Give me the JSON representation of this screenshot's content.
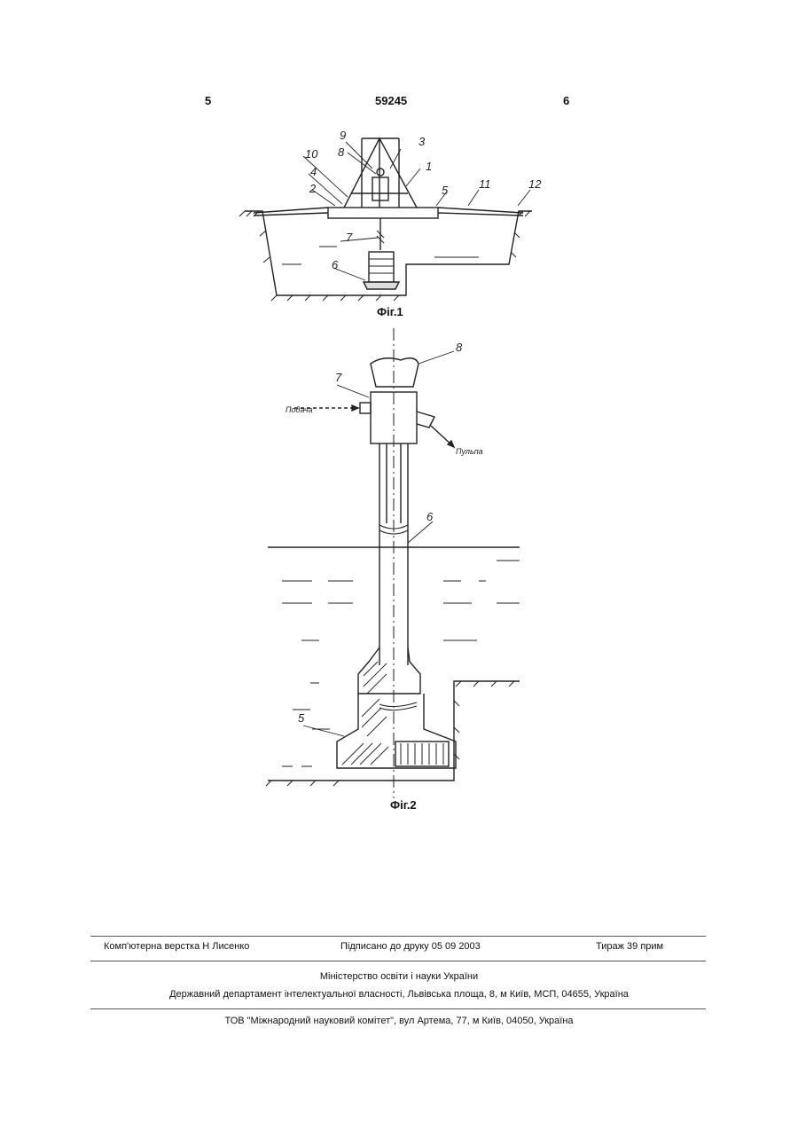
{
  "header": {
    "page_left": "5",
    "patent_number": "59245",
    "page_right": "6"
  },
  "figure1": {
    "caption": "Фіг.1",
    "labels": [
      "9",
      "8",
      "3",
      "10",
      "1",
      "4",
      "2",
      "5",
      "11",
      "12",
      "7",
      "6"
    ]
  },
  "figure2": {
    "caption": "Фіг.2",
    "labels": [
      "8",
      "7",
      "6",
      "5"
    ],
    "arrow_in": "Подача",
    "arrow_out": "Пульпа"
  },
  "footer": {
    "typesetter": "Комп'ютерна верстка Н  Лисенко",
    "signed": "Підписано до друку 05 09 2003",
    "print_run": "Тираж 39 прим",
    "ministry": "Міністерство освіти і науки України",
    "department": "Державний департамент інтелектуальної власності, Львівська площа, 8, м  Київ, МСП, 04655, Україна",
    "publisher": "ТОВ \"Міжнародний науковий комітет\", вул  Артема, 77, м  Київ, 04050, Україна"
  }
}
